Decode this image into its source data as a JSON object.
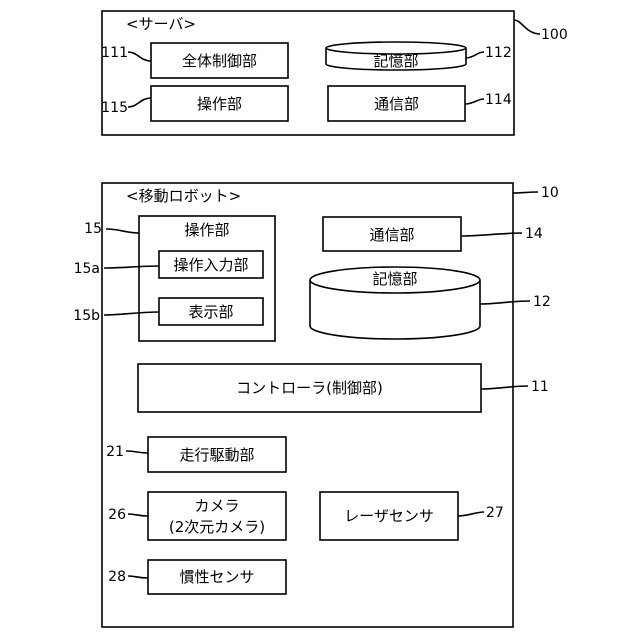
{
  "server": {
    "title": "<サーバ>",
    "ref": "100",
    "blocks": {
      "overall_control": {
        "label": "全体制御部",
        "ref": "111"
      },
      "storage": {
        "label": "記憶部",
        "ref": "112"
      },
      "operation": {
        "label": "操作部",
        "ref": "115"
      },
      "communication": {
        "label": "通信部",
        "ref": "114"
      }
    }
  },
  "robot": {
    "title": "<移動ロボット>",
    "ref": "10",
    "blocks": {
      "operation": {
        "label": "操作部",
        "ref": "15"
      },
      "operation_input": {
        "label": "操作入力部",
        "ref": "15a"
      },
      "display": {
        "label": "表示部",
        "ref": "15b"
      },
      "communication": {
        "label": "通信部",
        "ref": "14"
      },
      "storage": {
        "label": "記憶部",
        "ref": "12"
      },
      "controller": {
        "label": "コントローラ(制御部)",
        "ref": "11"
      },
      "drive": {
        "label": "走行駆動部",
        "ref": "21"
      },
      "camera": {
        "label_line1": "カメラ",
        "label_line2": "(2次元カメラ)",
        "ref": "26"
      },
      "laser": {
        "label": "レーザセンサ",
        "ref": "27"
      },
      "inertial": {
        "label": "慣性センサ",
        "ref": "28"
      }
    }
  }
}
